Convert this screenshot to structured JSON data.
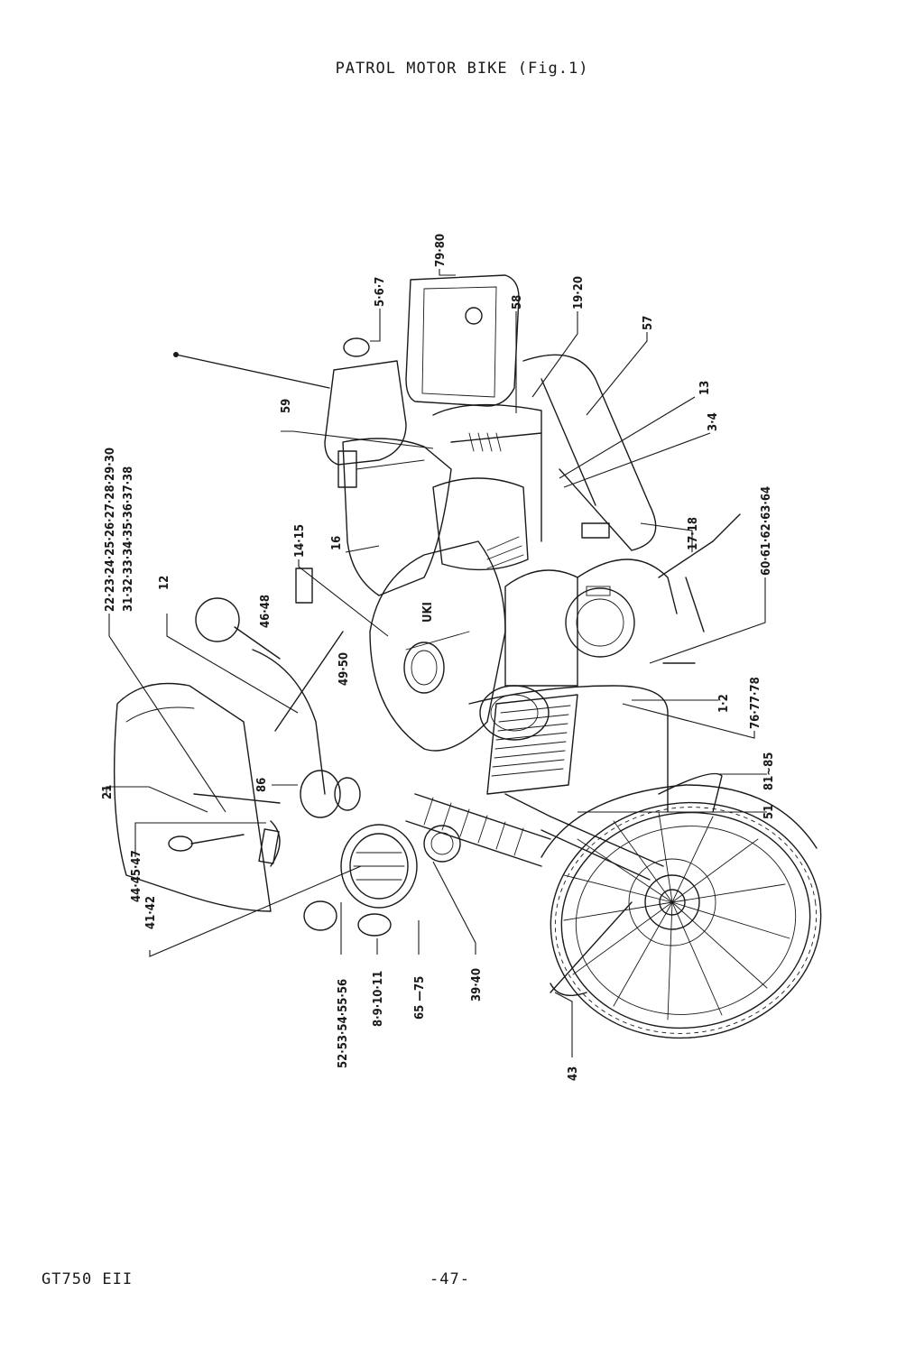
{
  "page": {
    "title": "PATROL MOTOR BIKE (Fig.1)",
    "model": "GT750 EII",
    "page_number": "-47-"
  },
  "callouts": [
    {
      "id": "c79",
      "label": "79·80"
    },
    {
      "id": "c567",
      "label": "5·6·7"
    },
    {
      "id": "c58",
      "label": "58"
    },
    {
      "id": "c1920",
      "label": "19·20"
    },
    {
      "id": "c57",
      "label": "57"
    },
    {
      "id": "c13",
      "label": "13"
    },
    {
      "id": "c34",
      "label": "3·4"
    },
    {
      "id": "c59",
      "label": "59"
    },
    {
      "id": "c22",
      "label": "22·23·24·25·26·27·28·29·30"
    },
    {
      "id": "c31",
      "label": "31·32·33·34·35·36·37·38"
    },
    {
      "id": "c1415",
      "label": "14·15"
    },
    {
      "id": "c16",
      "label": "16"
    },
    {
      "id": "c1718",
      "label": "17·18"
    },
    {
      "id": "c60",
      "label": "60·61·62·63·64"
    },
    {
      "id": "c12",
      "label": "12"
    },
    {
      "id": "c4648",
      "label": "46·48"
    },
    {
      "id": "c4950",
      "label": "49·50"
    },
    {
      "id": "c12b",
      "label": "1·2"
    },
    {
      "id": "c76",
      "label": "76·77·78"
    },
    {
      "id": "c81",
      "label": "81∼85"
    },
    {
      "id": "c21",
      "label": "21"
    },
    {
      "id": "c86",
      "label": "86"
    },
    {
      "id": "c51",
      "label": "51"
    },
    {
      "id": "c44",
      "label": "44·45·47"
    },
    {
      "id": "c4142",
      "label": "41·42"
    },
    {
      "id": "c52",
      "label": "52·53·54·55·56"
    },
    {
      "id": "c8",
      "label": "8·9·10·11"
    },
    {
      "id": "c65",
      "label": "65 —75"
    },
    {
      "id": "c3940",
      "label": "39·40"
    },
    {
      "id": "c43",
      "label": "43"
    }
  ]
}
